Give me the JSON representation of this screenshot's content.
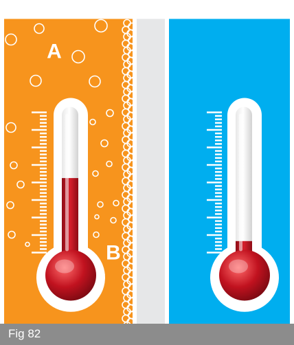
{
  "labels": {
    "a": "A",
    "b": "B"
  },
  "caption": {
    "text": "Fig 82"
  },
  "colors": {
    "left_panel": "#f7941d",
    "right_panel": "#00aeef",
    "divider": "#e6e7e8",
    "mercury": "#c1121f",
    "caption_bar": "#8c8c8c"
  },
  "thermometers": [
    {
      "panel": "left",
      "fill_level": 0.52
    },
    {
      "panel": "right",
      "fill_level": 0.05
    }
  ]
}
